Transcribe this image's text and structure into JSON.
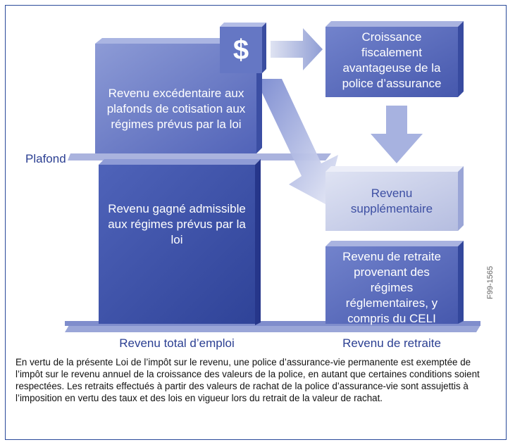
{
  "labels": {
    "excedentaire": "Revenu excédentaire aux plafonds de cotisation aux régimes prévus par la loi",
    "admissible": "Revenu gagné admissible aux régimes prévus par la loi",
    "croissance": "Croissance fiscalement avantageuse de la police d’assurance",
    "supplementaire": "Revenu supplémentaire",
    "retraite_reg": "Revenu de retraite provenant des régimes réglementaires, y compris du CELI",
    "plafond": "Plafond",
    "dollar": "$"
  },
  "axis": {
    "left": "Revenu total d’emploi",
    "right": "Revenu de retraite"
  },
  "code": "F99-1565",
  "caption": "En vertu de la présente Loi de l’impôt sur le revenu, une police d’assurance-vie permanente est exemptée de l’impôt sur le revenu annuel de la croissance des valeurs de la police, en autant que certaines conditions soient respectées. Les retraits effectués à partir des valeurs de rachat de la police d’assurance-vie sont assujettis à l’imposition en vertu des taux et des lois en vigueur lors du retrait de la valeur de rachat.",
  "colors": {
    "box_blue": "#5a6fc0",
    "box_dark": "#3a4fa6",
    "box_light": "#c7cde8",
    "text_blue": "#2b3f92"
  }
}
